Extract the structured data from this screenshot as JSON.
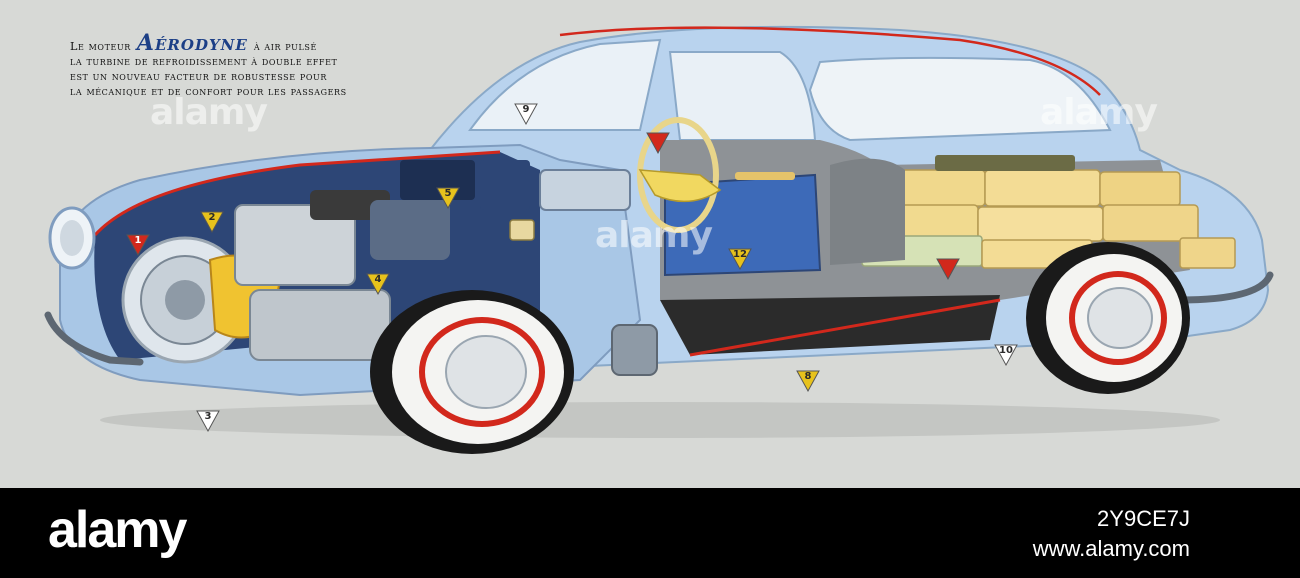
{
  "caption": {
    "prefix": "Le moteur",
    "brand": "Aérodyne",
    "suffix": "à air pulsé",
    "line2": "la turbine de refroidissement à double effet",
    "line3": "est un nouveau facteur de robustesse pour",
    "line4": "la mécanique et de confort pour les passagers"
  },
  "markers": [
    {
      "id": "1",
      "color": "#d2281c",
      "text_color": "#ffffff"
    },
    {
      "id": "2",
      "color": "#e7c21c",
      "text_color": "#2a2a2a"
    },
    {
      "id": "3",
      "color": "#ffffff",
      "text_color": "#2a2a2a"
    },
    {
      "id": "4",
      "color": "#e7c21c",
      "text_color": "#2a2a2a"
    },
    {
      "id": "5",
      "color": "#e7c21c",
      "text_color": "#2a2a2a"
    },
    {
      "id": "8",
      "color": "#e7c21c",
      "text_color": "#2a2a2a"
    },
    {
      "id": "9",
      "color": "#ffffff",
      "text_color": "#2a2a2a"
    },
    {
      "id": "10",
      "color": "#ffffff",
      "text_color": "#2a2a2a"
    },
    {
      "id": "12",
      "color": "#e7c21c",
      "text_color": "#2a2a2a"
    },
    {
      "id": "",
      "color": "#d2281c",
      "text_color": "#ffffff"
    },
    {
      "id": "",
      "color": "#d2281c",
      "text_color": "#ffffff"
    }
  ],
  "watermark": "alamy",
  "footer": {
    "logo": "alamy",
    "image_id": "2Y9CE7J",
    "site": "www.alamy.com"
  },
  "colors": {
    "background": "#d7d9d6",
    "body_blue": "#a9c7e6",
    "dark_blue": "#2d4676",
    "brand_blue": "#1c3f86",
    "accent_red": "#d2281c",
    "luggage": "#f0d88c"
  }
}
